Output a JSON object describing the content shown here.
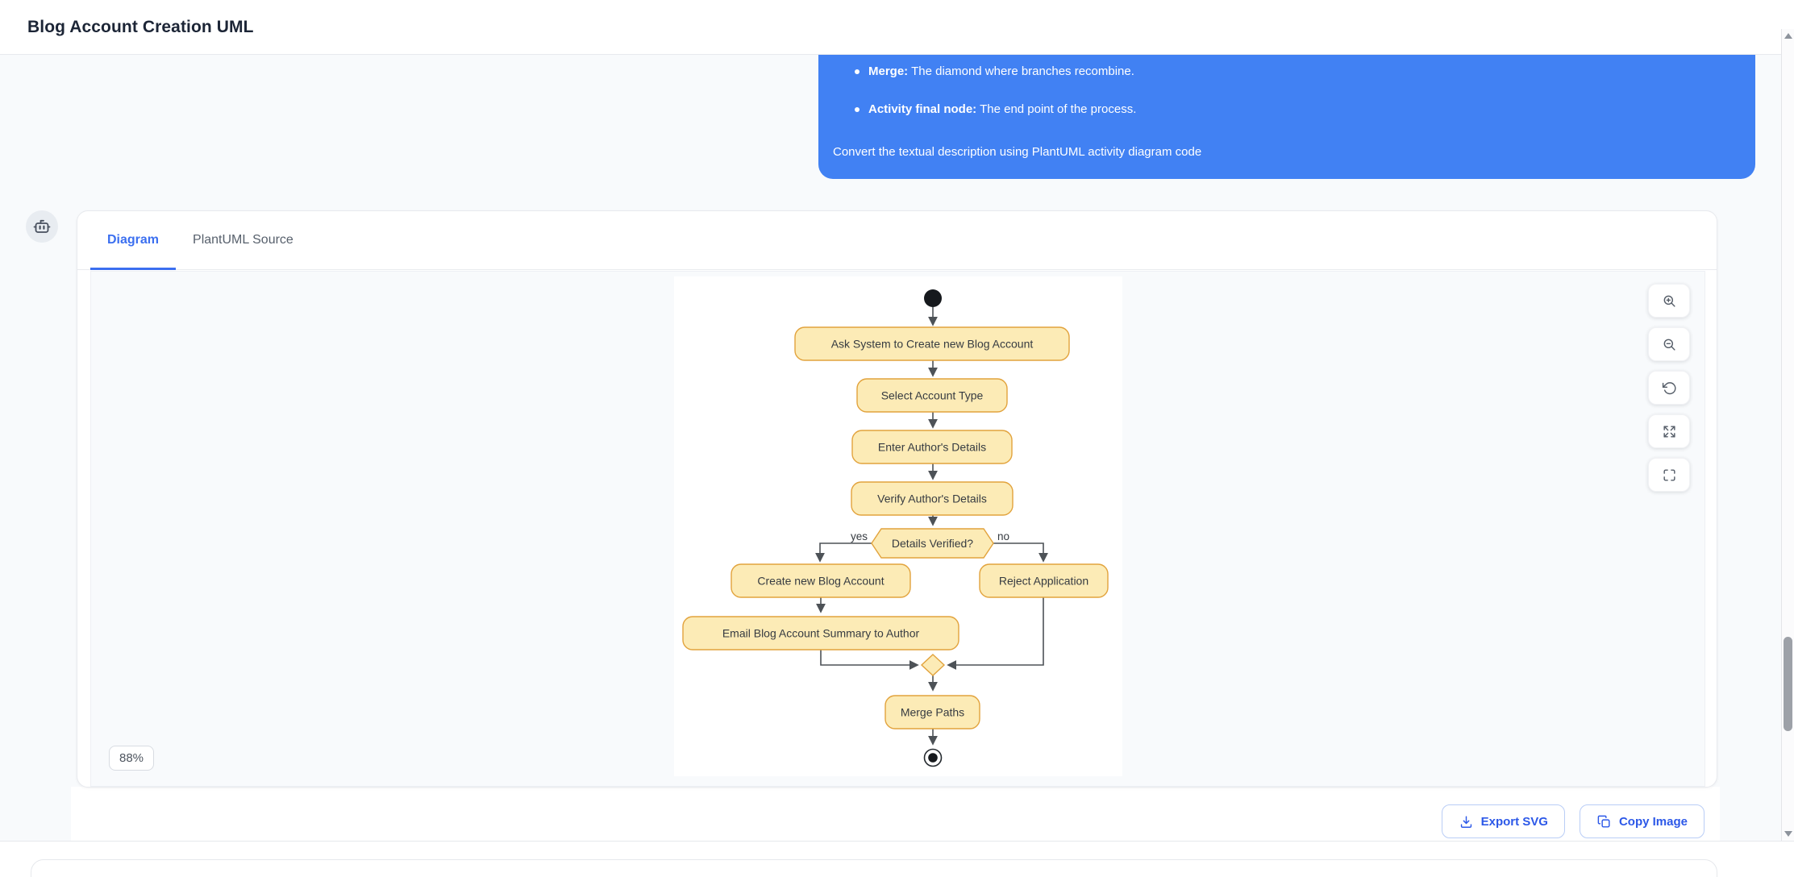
{
  "header": {
    "title": "Blog Account Creation UML"
  },
  "message": {
    "bubble_color": "#4181f3",
    "bullets": [
      {
        "label": "Merge:",
        "text": " The diamond where branches recombine."
      },
      {
        "label": "Activity final node:",
        "text": " The end point of the process."
      }
    ],
    "footer": "Convert the textual description using PlantUML activity diagram code"
  },
  "avatar": {
    "icon": "robot-icon"
  },
  "panel": {
    "tabs": [
      {
        "label": "Diagram",
        "active": true
      },
      {
        "label": "PlantUML Source",
        "active": false
      }
    ],
    "zoom_level": "88%",
    "controls": [
      {
        "name": "zoom-in",
        "icon": "magnifier-plus-icon"
      },
      {
        "name": "zoom-out",
        "icon": "magnifier-minus-icon"
      },
      {
        "name": "reset-view",
        "icon": "rotate-ccw-icon"
      },
      {
        "name": "expand",
        "icon": "expand-arrows-icon"
      },
      {
        "name": "fullscreen",
        "icon": "fullscreen-brackets-icon"
      }
    ],
    "actions": [
      {
        "label": "Export SVG",
        "icon": "download-icon"
      },
      {
        "label": "Copy Image",
        "icon": "copy-icon"
      }
    ]
  },
  "diagram": {
    "type": "plantuml-activity",
    "node_fill": "#fcebb6",
    "node_border": "#e2a33d",
    "edge_color": "#4d5257",
    "nodes": {
      "n1": "Ask System to Create new Blog Account",
      "n2": "Select Account Type",
      "n3": "Enter Author's Details",
      "n4": "Verify Author's Details",
      "decision": "Details Verified?",
      "yes_label": "yes",
      "no_label": "no",
      "yes1": "Create new Blog Account",
      "yes2": "Email Blog Account Summary to Author",
      "no1": "Reject Application",
      "merge": "Merge Paths"
    }
  }
}
